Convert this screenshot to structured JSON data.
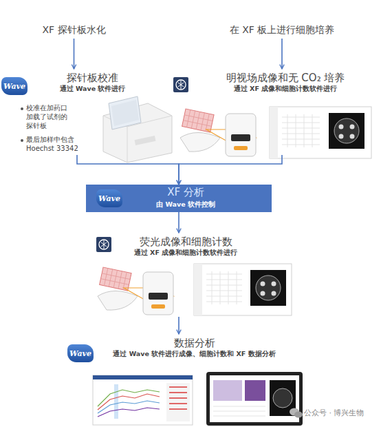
{
  "diagram": {
    "nodes": [
      {
        "text": [
          "XF 探针板水化"
        ]
      },
      {
        "text": [
          "在 XF 板上进行细胞培养"
        ]
      },
      {
        "text": [
          "探针板校准",
          "通过 Wave 软件进行",
          "校准在加药口加载了试剂的探针板",
          "最后加样中包含 Hoechst 33342"
        ]
      },
      {
        "text": [
          "明视场成像和无 CO₂ 培养",
          "通过 XF 成像和细胞计数软件进行"
        ]
      },
      {
        "text": [
          "XF 分析",
          "由 Wave 软件控制"
        ]
      },
      {
        "text": [
          "荧光成像和细胞计数",
          "通过 XF 成像和细胞计数软件进行"
        ]
      },
      {
        "text": [
          "数据分析",
          "通过 Wave 软件进行成像、细胞计数和 XF 数据分析"
        ]
      }
    ],
    "edges": [
      {
        "from": 0,
        "to": 2,
        "arrow": "to"
      },
      {
        "from": 1,
        "to": 3,
        "arrow": "to"
      },
      {
        "from": 2,
        "to": 4,
        "arrow": "to"
      },
      {
        "from": 3,
        "to": 4,
        "arrow": "to"
      },
      {
        "from": 4,
        "to": 5,
        "arrow": "to"
      },
      {
        "from": 5,
        "to": 6,
        "arrow": "to"
      }
    ],
    "labels": [
      "Wave",
      "Wave",
      "Wave",
      "公众号 · 博兴生物"
    ]
  }
}
